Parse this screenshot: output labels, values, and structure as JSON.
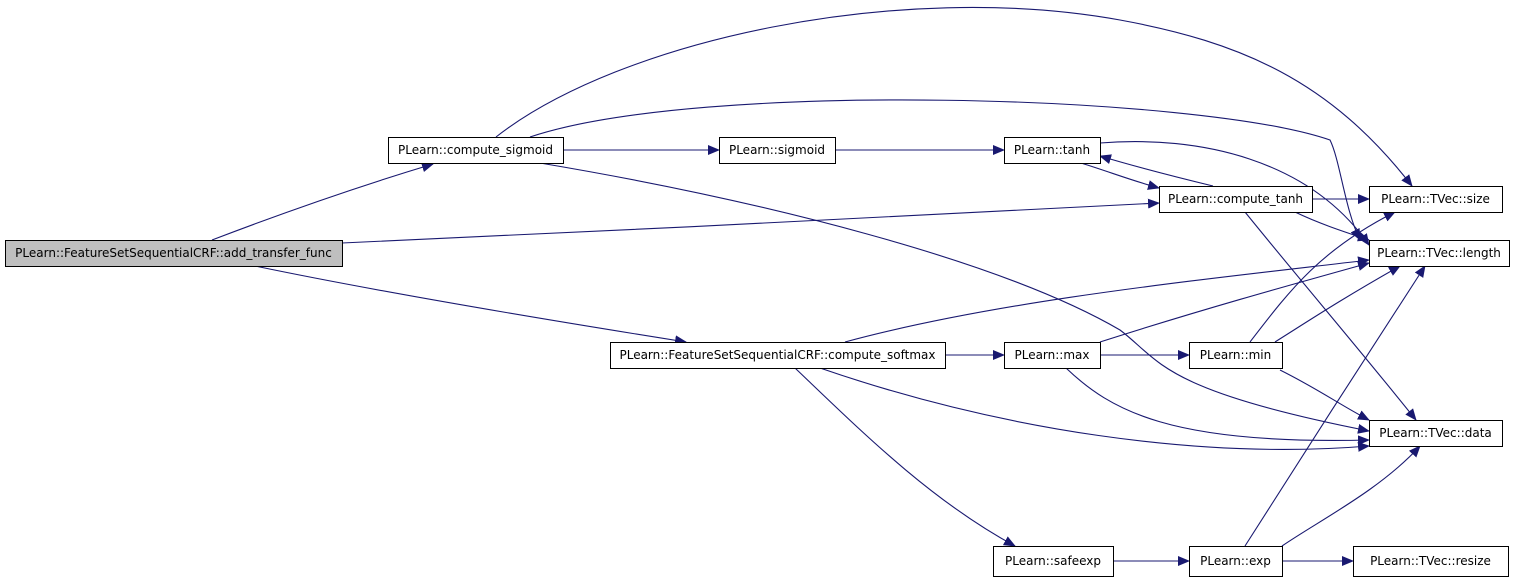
{
  "colors": {
    "edge": "#191970",
    "node_fill": "#ffffff",
    "root_fill": "#bfbfbf",
    "border": "#000000"
  },
  "nodes": [
    {
      "id": "add_transfer_func",
      "label": "PLearn::FeatureSetSequentialCRF::add_transfer_func",
      "root": true
    },
    {
      "id": "compute_sigmoid",
      "label": "PLearn::compute_sigmoid"
    },
    {
      "id": "sigmoid",
      "label": "PLearn::sigmoid"
    },
    {
      "id": "tanh",
      "label": "PLearn::tanh"
    },
    {
      "id": "compute_tanh",
      "label": "PLearn::compute_tanh"
    },
    {
      "id": "size",
      "label": "PLearn::TVec::size"
    },
    {
      "id": "length",
      "label": "PLearn::TVec::length"
    },
    {
      "id": "compute_softmax",
      "label": "PLearn::FeatureSetSequentialCRF::compute_softmax"
    },
    {
      "id": "max",
      "label": "PLearn::max"
    },
    {
      "id": "min",
      "label": "PLearn::min"
    },
    {
      "id": "data",
      "label": "PLearn::TVec::data"
    },
    {
      "id": "safeexp",
      "label": "PLearn::safeexp"
    },
    {
      "id": "exp",
      "label": "PLearn::exp"
    },
    {
      "id": "resize",
      "label": "PLearn::TVec::resize"
    }
  ],
  "edges": [
    {
      "from": "add_transfer_func",
      "to": "compute_sigmoid"
    },
    {
      "from": "add_transfer_func",
      "to": "compute_tanh"
    },
    {
      "from": "add_transfer_func",
      "to": "compute_softmax"
    },
    {
      "from": "compute_sigmoid",
      "to": "sigmoid"
    },
    {
      "from": "compute_sigmoid",
      "to": "size"
    },
    {
      "from": "compute_sigmoid",
      "to": "length"
    },
    {
      "from": "compute_sigmoid",
      "to": "data"
    },
    {
      "from": "sigmoid",
      "to": "tanh"
    },
    {
      "from": "tanh",
      "to": "compute_tanh"
    },
    {
      "from": "tanh",
      "to": "length"
    },
    {
      "from": "compute_tanh",
      "to": "tanh"
    },
    {
      "from": "compute_tanh",
      "to": "size"
    },
    {
      "from": "compute_tanh",
      "to": "length"
    },
    {
      "from": "compute_tanh",
      "to": "data"
    },
    {
      "from": "compute_softmax",
      "to": "length"
    },
    {
      "from": "compute_softmax",
      "to": "max"
    },
    {
      "from": "compute_softmax",
      "to": "data"
    },
    {
      "from": "compute_softmax",
      "to": "safeexp"
    },
    {
      "from": "max",
      "to": "min"
    },
    {
      "from": "max",
      "to": "length"
    },
    {
      "from": "max",
      "to": "data"
    },
    {
      "from": "min",
      "to": "size"
    },
    {
      "from": "min",
      "to": "length"
    },
    {
      "from": "min",
      "to": "data"
    },
    {
      "from": "safeexp",
      "to": "exp"
    },
    {
      "from": "exp",
      "to": "length"
    },
    {
      "from": "exp",
      "to": "data"
    },
    {
      "from": "exp",
      "to": "resize"
    }
  ]
}
